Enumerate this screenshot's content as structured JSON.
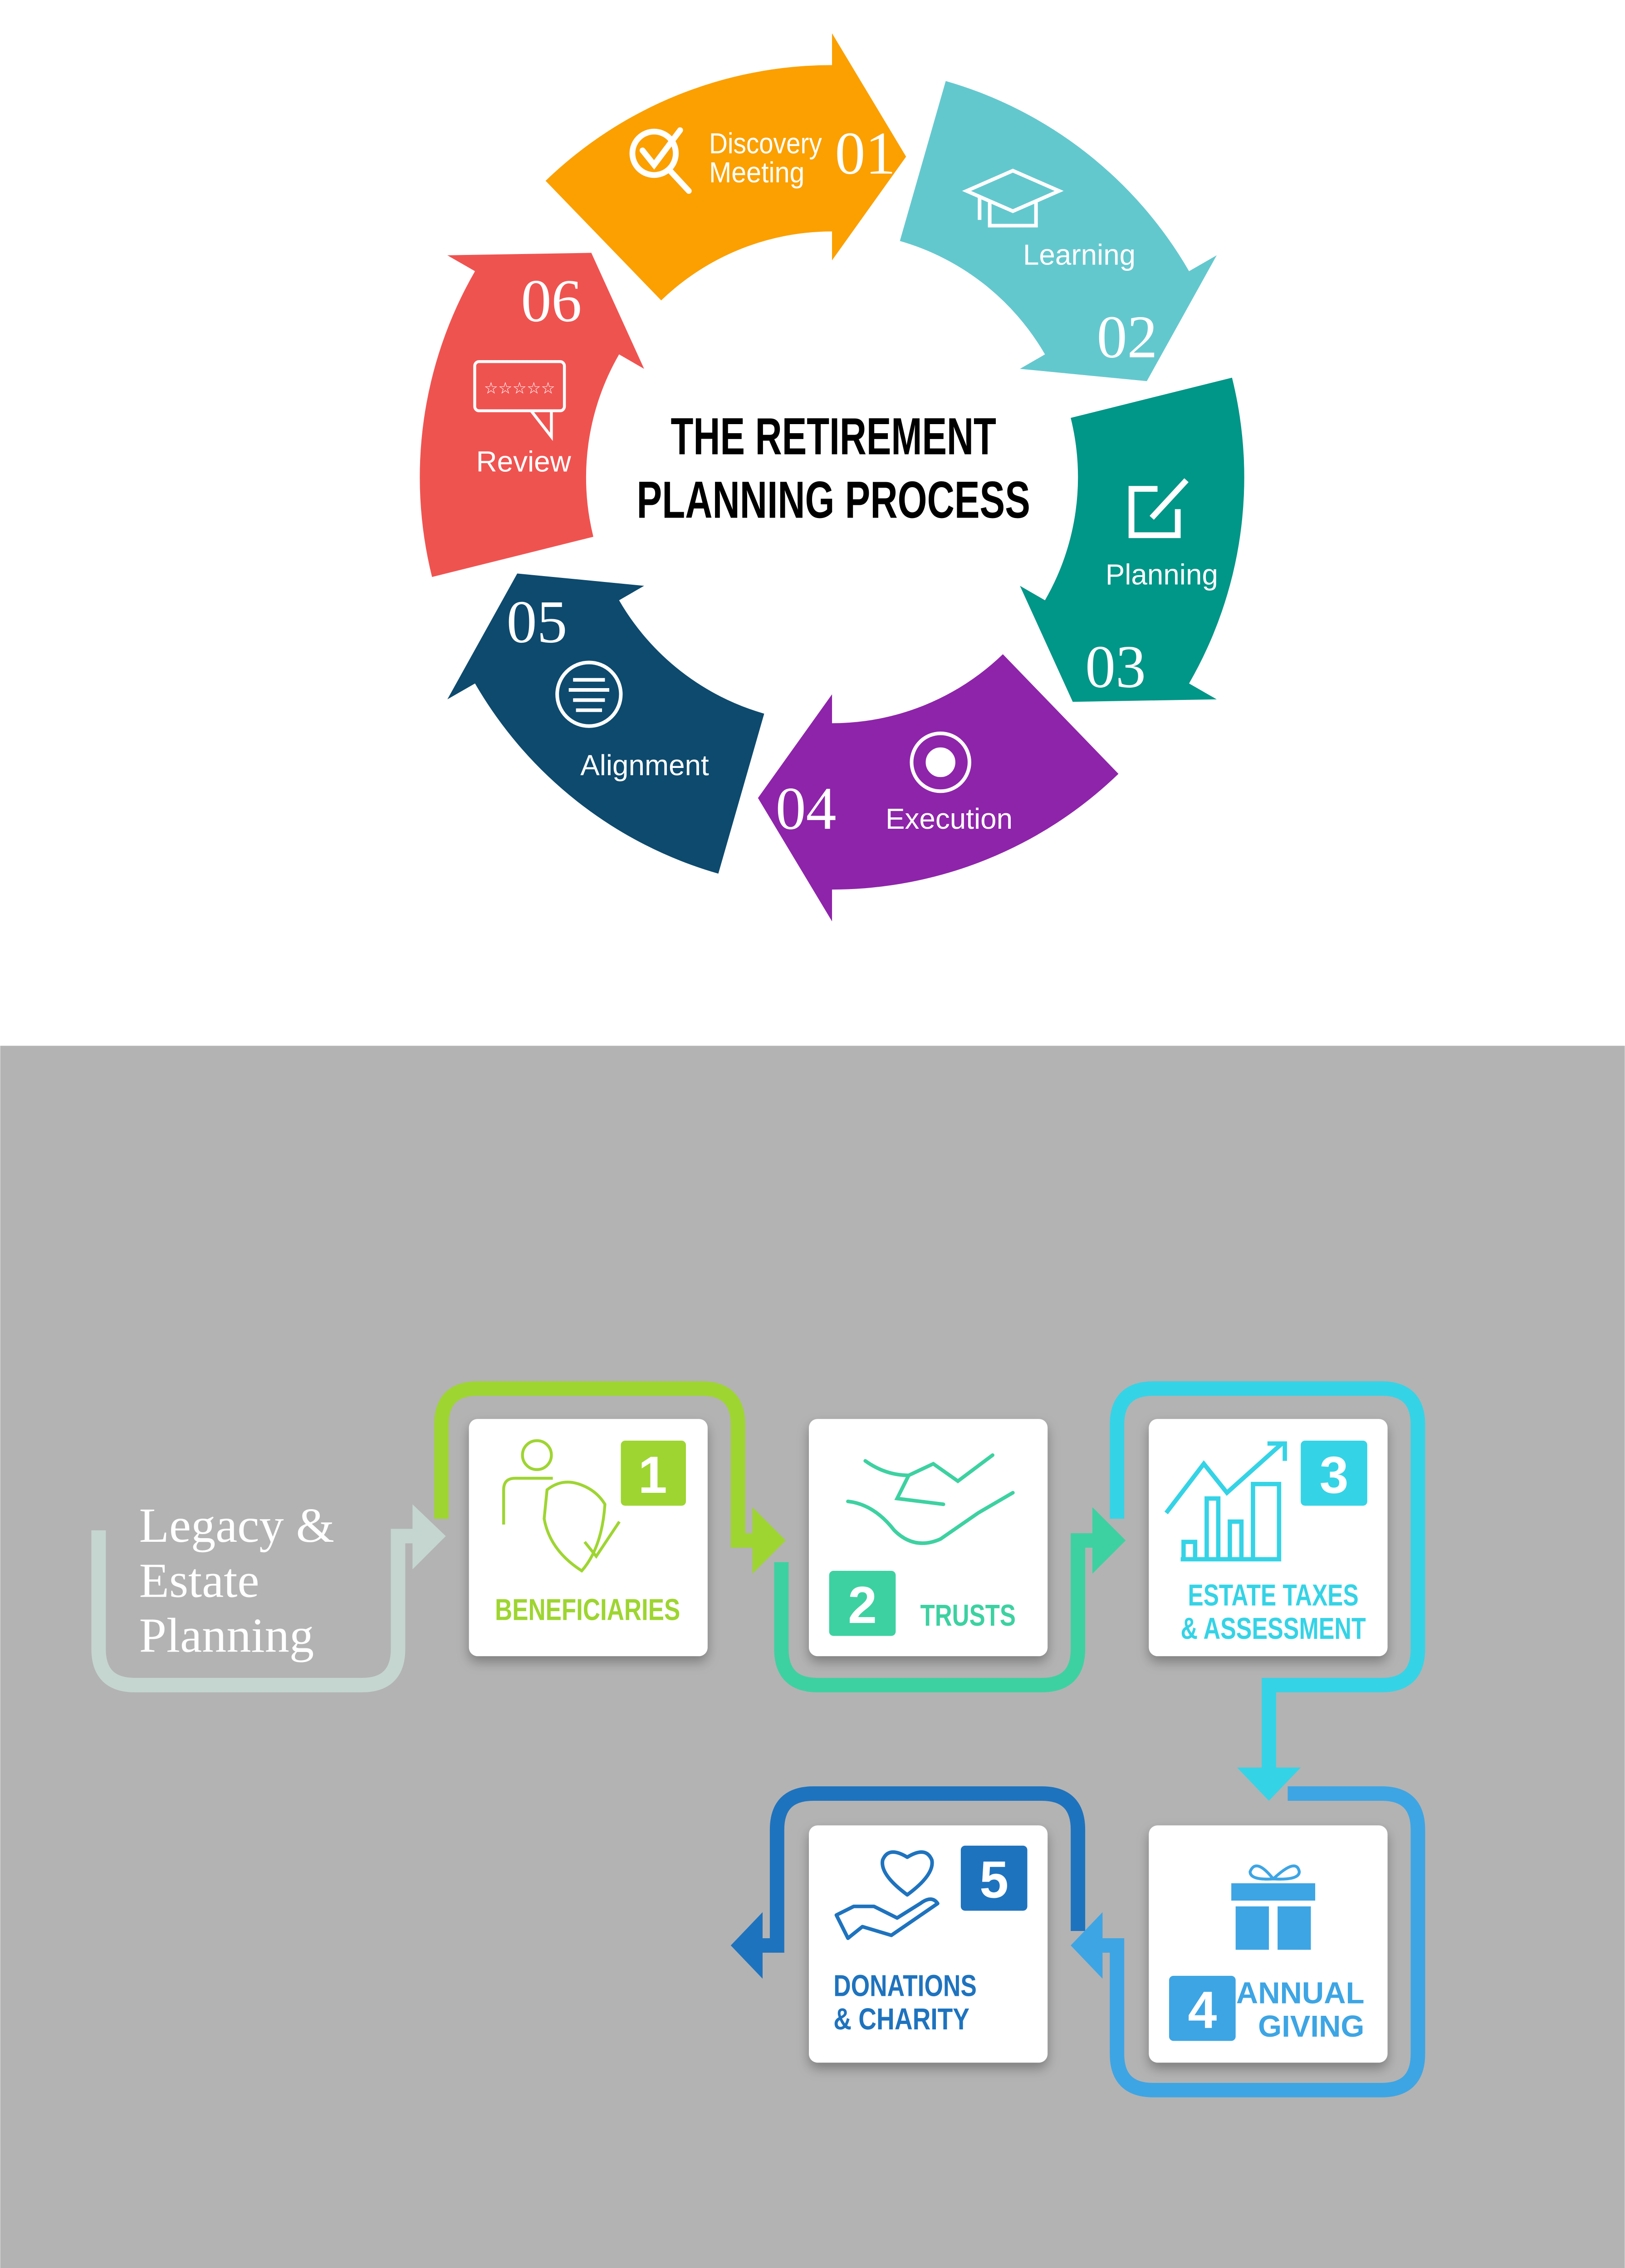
{
  "cycle": {
    "title_line1": "THE RETIREMENT",
    "title_line2": "PLANNING PROCESS",
    "steps": [
      {
        "number": "01",
        "label_line1": "Discovery",
        "label_line2": "Meeting",
        "color": "#FBA000",
        "icon": "search-check-icon"
      },
      {
        "number": "02",
        "label_line1": "Learning",
        "color": "#63C8CE",
        "icon": "graduation-cap-icon"
      },
      {
        "number": "03",
        "label_line1": "Planning",
        "color": "#009688",
        "icon": "edit-icon"
      },
      {
        "number": "04",
        "label_line1": "Execution",
        "color": "#8E24AA",
        "icon": "gear-cycle-icon"
      },
      {
        "number": "05",
        "label_line1": "Alignment",
        "color": "#0D4A6E",
        "icon": "align-icon"
      },
      {
        "number": "06",
        "label_line1": "Review",
        "color": "#EF5350",
        "icon": "star-review-icon"
      }
    ]
  },
  "estate": {
    "intro_line1": "Legacy &",
    "intro_line2": "Estate",
    "intro_line3": "Planning",
    "background": "#B3B3B3",
    "cards": [
      {
        "number": "1",
        "line1": "BENEFICIARIES",
        "color": "#9ED531",
        "icon": "person-shield-icon"
      },
      {
        "number": "2",
        "line1": "TRUSTS",
        "color": "#3DD1A1",
        "icon": "handshake-icon"
      },
      {
        "number": "3",
        "line1": "ESTATE TAXES",
        "line2": "& ASSESSMENT",
        "color": "#35D3E6",
        "icon": "growth-chart-icon"
      },
      {
        "number": "4",
        "line1": "ANNUAL",
        "line2": "GIVING",
        "color": "#3DA5E4",
        "icon": "gift-icon"
      },
      {
        "number": "5",
        "line1": "DONATIONS",
        "line2": "& CHARITY",
        "color": "#1E73BE",
        "icon": "heart-hand-icon"
      }
    ]
  }
}
